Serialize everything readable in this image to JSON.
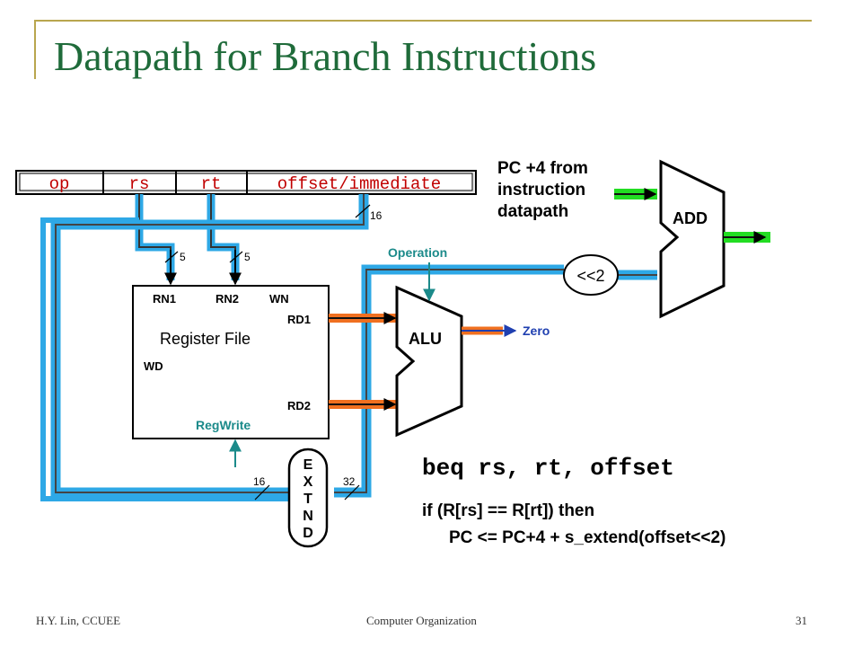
{
  "slide": {
    "title": "Datapath for Branch Instructions",
    "footer_left": "H.Y. Lin, CCUEE",
    "footer_center": "Computer Organization",
    "footer_right": "31"
  },
  "instruction_fields": [
    "op",
    "rs",
    "rt",
    "offset/immediate"
  ],
  "bus_widths": {
    "offset": "16",
    "rs": "5",
    "rt": "5",
    "extend_in": "16",
    "extend_out": "32"
  },
  "pc_source_label": [
    "PC +4 from",
    "instruction",
    "datapath"
  ],
  "adder_label": "ADD",
  "shift_label": "<<2",
  "alu": {
    "label": "ALU",
    "operation_label": "Operation",
    "zero_label": "Zero"
  },
  "register_file": {
    "label": "Register File",
    "ports": {
      "rn1": "RN1",
      "rn2": "RN2",
      "wn": "WN",
      "rd1": "RD1",
      "rd2": "RD2",
      "wd": "WD"
    },
    "control": "RegWrite"
  },
  "extend_letters": [
    "E",
    "X",
    "T",
    "N",
    "D"
  ],
  "instruction_example": "beq rs, rt, offset",
  "semantics": [
    "if (R[rs] == R[rt]) then",
    "PC <= PC+4 + s_extend(offset<<2)"
  ],
  "colors": {
    "title": "#1f6b3a",
    "bus": "#2ea8e6",
    "data": "#f07020",
    "pc": "#22dd22",
    "control": "#1b8a8a",
    "accent": "#b9a64e"
  }
}
